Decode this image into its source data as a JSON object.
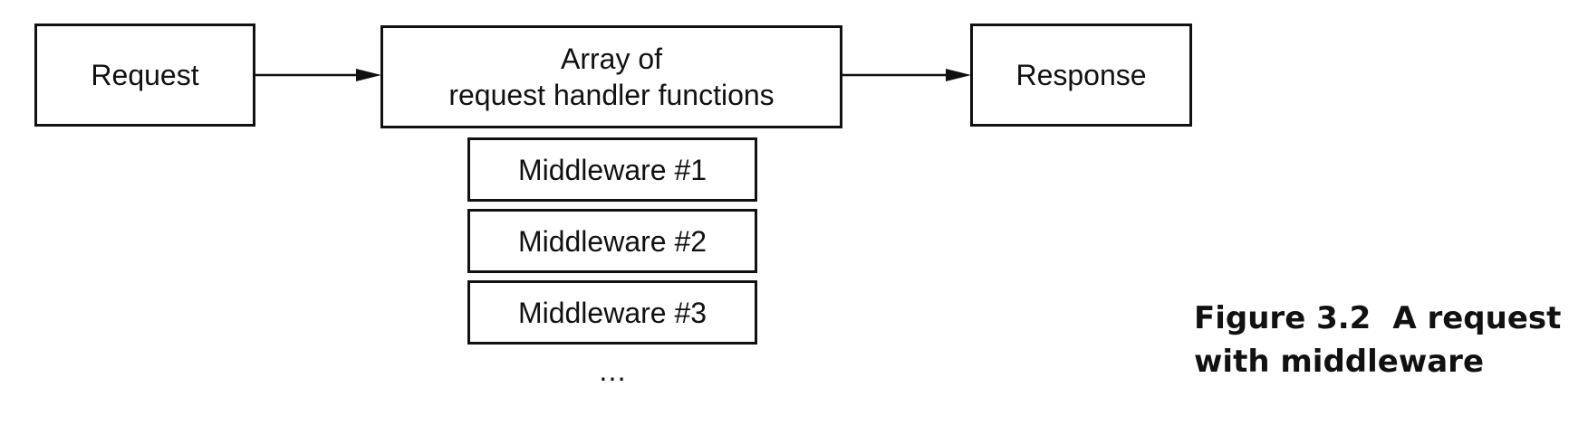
{
  "diagram": {
    "request_label": "Request",
    "array_label_line1": "Array of",
    "array_label_line2": "request handler functions",
    "response_label": "Response",
    "middleware": [
      "Middleware #1",
      "Middleware #2",
      "Middleware #3"
    ],
    "ellipsis": "…"
  },
  "caption": {
    "number": "Figure 3.2",
    "title_line1": "A request",
    "title_line2": "with middleware"
  }
}
